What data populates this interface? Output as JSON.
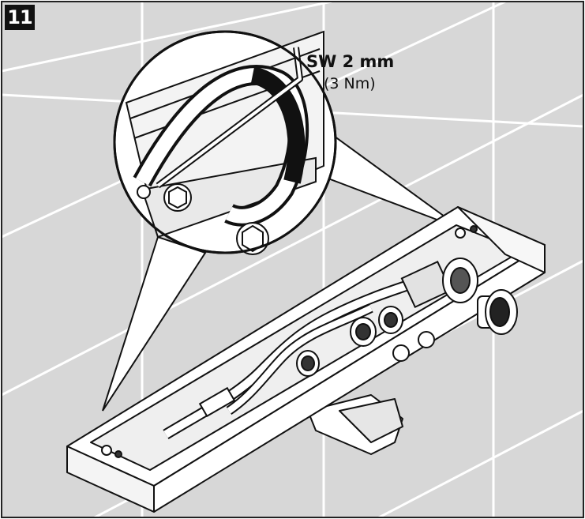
{
  "step": {
    "number": "11"
  },
  "callout": {
    "tool_size": "SW 2 mm",
    "torque": "(3 Nm)"
  }
}
